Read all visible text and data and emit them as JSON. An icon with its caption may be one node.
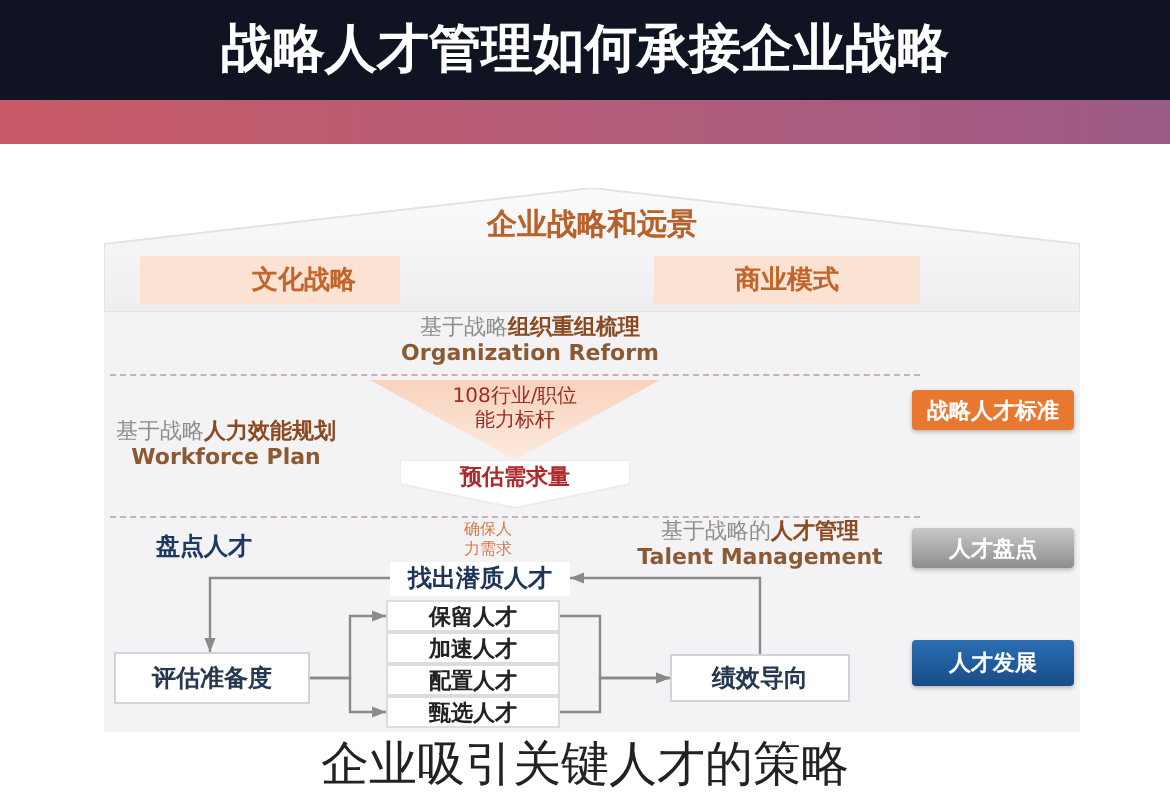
{
  "diagram": {
    "title": "战略人才管理如何承接企业战略",
    "caption": "企业吸引关键人才的策略",
    "nodes": [
      {
        "text": [
          "企业战略和远景"
        ]
      },
      {
        "text": [
          "文化战略"
        ],
        "in": 0
      },
      {
        "text": [
          "商业模式"
        ],
        "in": 0
      },
      {
        "text": [
          "战略人才标准"
        ]
      },
      {
        "text": [
          "108行业/职位能力标杆"
        ]
      },
      {
        "text": [
          "预估需求量"
        ]
      },
      {
        "text": [
          "人才盘点"
        ]
      },
      {
        "text": [
          "找出潜质人才"
        ]
      },
      {
        "text": [
          "评估准备度"
        ]
      },
      {
        "text": [
          "保留人才"
        ]
      },
      {
        "text": [
          "加速人才"
        ]
      },
      {
        "text": [
          "配置人才"
        ]
      },
      {
        "text": [
          "甄选人才"
        ]
      },
      {
        "text": [
          "绩效导向"
        ]
      },
      {
        "text": [
          "人才发展"
        ]
      }
    ],
    "edges": [
      {
        "from": 13,
        "to": 7,
        "arrow": "to"
      },
      {
        "from": 7,
        "to": 8,
        "arrow": "to"
      },
      {
        "from": 8,
        "to": 9,
        "arrow": "to"
      },
      {
        "from": 8,
        "to": 12,
        "arrow": "to"
      },
      {
        "from": 9,
        "to": 13,
        "arrow": "to"
      },
      {
        "from": 12,
        "to": 13,
        "arrow": "to"
      }
    ],
    "labels": [
      "基于战略**组织重组梳理**",
      "Organization Reform",
      "基于战略**人力效能规划**",
      "Workforce Plan",
      "确保人力需求",
      "盘点人才",
      "基于战略的**人才管理**",
      "Talent Management"
    ]
  }
}
